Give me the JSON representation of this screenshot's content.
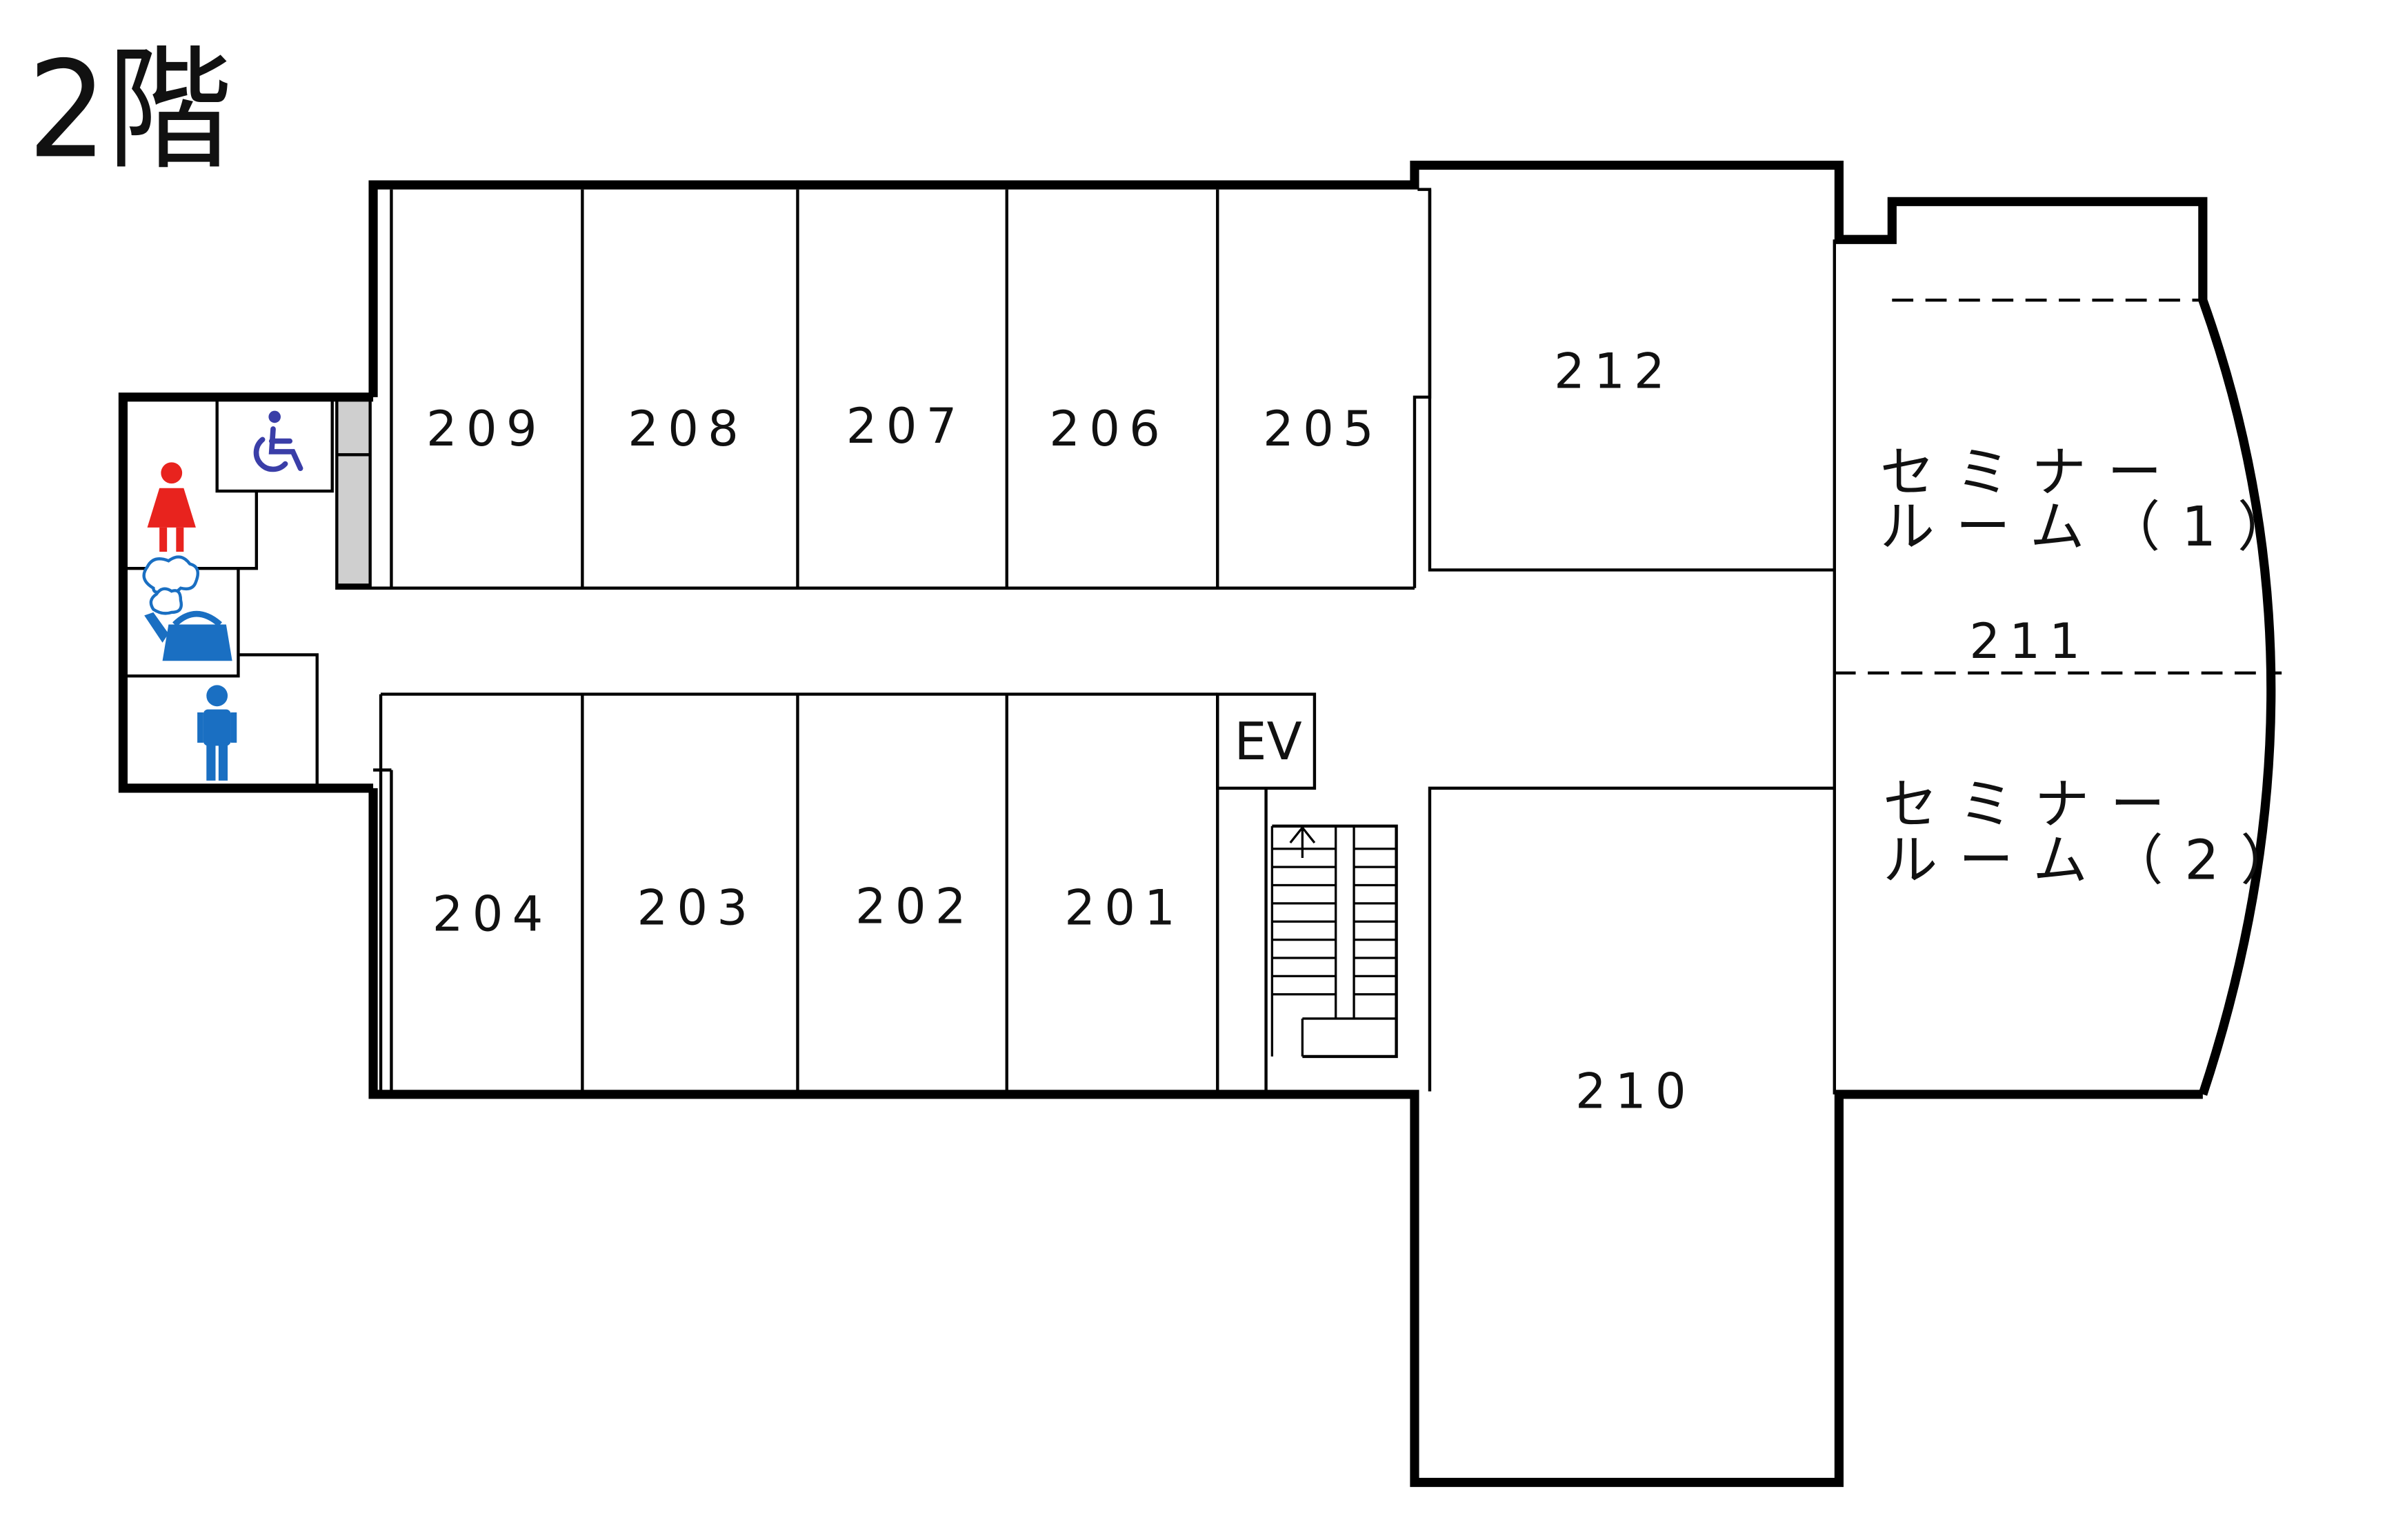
{
  "floor_title": "2階",
  "rooms": {
    "r209": "209",
    "r208": "208",
    "r207": "207",
    "r206": "206",
    "r205": "205",
    "r212": "212",
    "r204": "204",
    "r203": "203",
    "r202": "202",
    "r201": "201",
    "r210": "210",
    "r211": "211",
    "ev": "EV"
  },
  "seminar_room_1": {
    "line1": "セミナー",
    "line2": "ルーム（1）"
  },
  "seminar_room_2": {
    "line1": "セミナー",
    "line2": "ルーム（2）"
  },
  "icons": {
    "women": "womens-restroom-icon",
    "men": "mens-restroom-icon",
    "accessible": "wheelchair-accessible-icon",
    "kitchen": "kettle-kitchenette-icon"
  },
  "colors": {
    "women_icon": "#e8231e",
    "men_icon": "#1a6fc2",
    "accessible_icon": "#3a3ea8",
    "kettle_icon": "#1a6fc2",
    "wall": "#000000",
    "shaded_wall": "#cfcfcf"
  }
}
